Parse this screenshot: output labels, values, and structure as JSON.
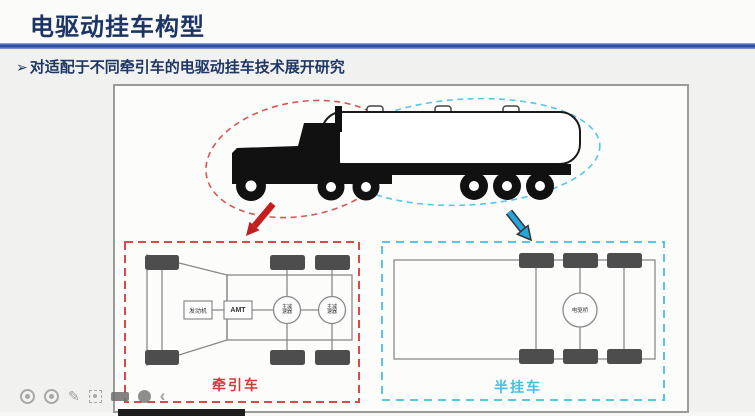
{
  "header": {
    "title": "电驱动挂车构型"
  },
  "research_note": {
    "marker": "➢",
    "text": "对适配于不同牵引车的电驱动挂车技术展开研究"
  },
  "figure": {
    "tractor": {
      "label": "牵引车",
      "blocks": {
        "engine": "发动机",
        "transmission": "AMT",
        "final_drive_1": "主减速器",
        "final_drive_2": "主减速器"
      }
    },
    "trailer": {
      "label": "半挂车",
      "blocks": {
        "edrive_axle": "电驱桥"
      }
    },
    "colors": {
      "title_navy": "#1c3565",
      "rule_blue": "#24459c",
      "tractor_accent_red": "#d23b3b",
      "trailer_accent_cyan": "#45bfe3",
      "red_arrow": "#c41e1e",
      "cyan_arrow": "#29a3dc"
    }
  },
  "toolbar": {
    "pen_glyph": "✎",
    "collapse_glyph": "‹",
    "icons": [
      "record-circle",
      "record-circle",
      "pen",
      "selection-target",
      "highlight-bar",
      "pointer-dot",
      "collapse"
    ]
  }
}
